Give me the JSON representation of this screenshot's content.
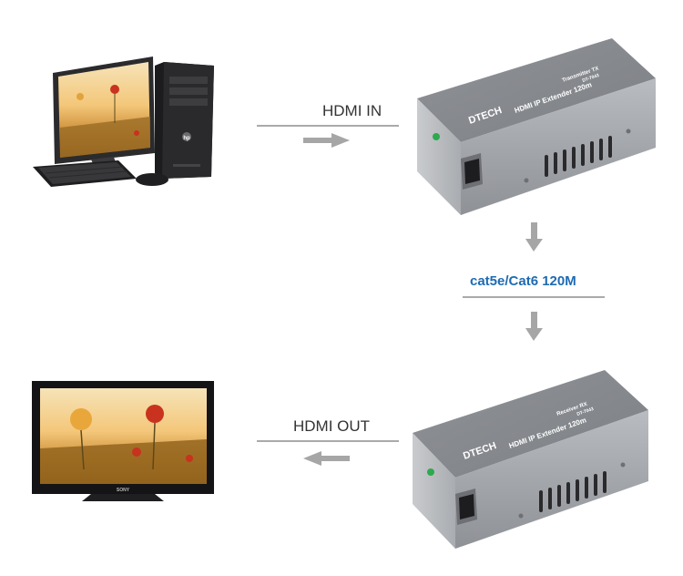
{
  "labels": {
    "hdmi_in": "HDMI IN",
    "hdmi_out": "HDMI OUT",
    "cable": "cat5e/Cat6 120M"
  },
  "devices": {
    "transmitter": {
      "brand": "DTECH",
      "model": "HDMI IP Extender 120m",
      "part": "DT-7043",
      "role": "Transmitter TX"
    },
    "receiver": {
      "brand": "DTECH",
      "model": "HDMI IP Extender 120m",
      "part": "DT-7043",
      "role": "Receiver RX"
    }
  },
  "pc": {
    "case_logo": "hp"
  },
  "tv": {
    "brand": "SONY"
  },
  "colors": {
    "cable_label": "#1e6bb3",
    "arrow": "#a6a6a6",
    "device_body": "#9fa2a6",
    "led": "#2fa84f"
  }
}
